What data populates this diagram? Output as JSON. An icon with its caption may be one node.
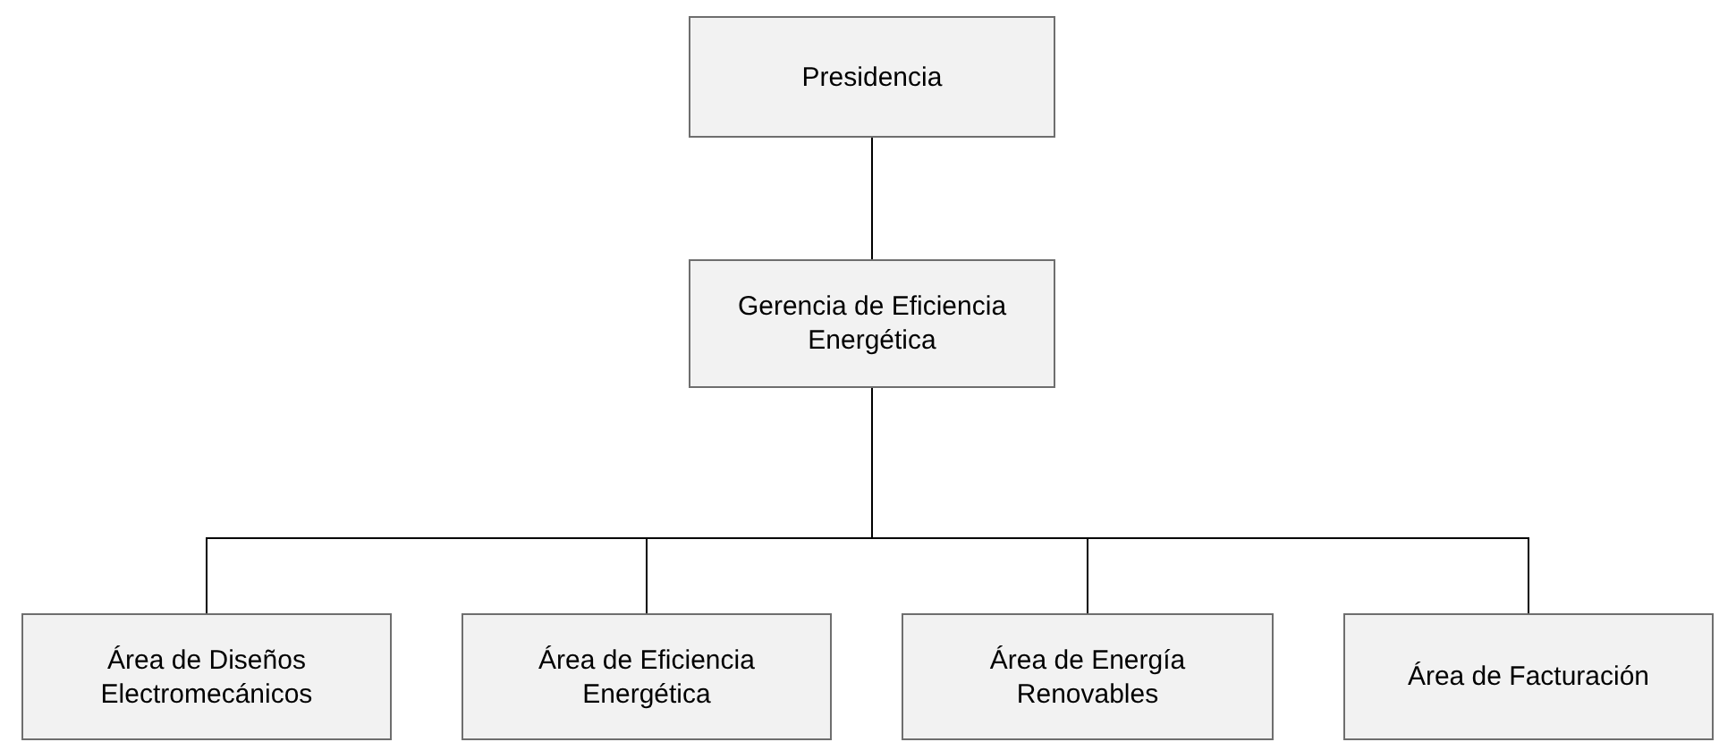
{
  "diagram": {
    "nodes": [
      {
        "text": [
          "Presidencia"
        ]
      },
      {
        "text": [
          "Gerencia de Eficiencia Energética"
        ]
      },
      {
        "text": [
          "Área de Diseños Electromecánicos"
        ]
      },
      {
        "text": [
          "Área de Eficiencia Energética"
        ]
      },
      {
        "text": [
          "Área de Energía Renovables"
        ]
      },
      {
        "text": [
          "Área de Facturación"
        ]
      }
    ],
    "edges": [
      {
        "from": 0,
        "to": 1,
        "arrow": "none"
      },
      {
        "from": 1,
        "to": 2,
        "arrow": "none"
      },
      {
        "from": 1,
        "to": 3,
        "arrow": "none"
      },
      {
        "from": 1,
        "to": 4,
        "arrow": "none"
      },
      {
        "from": 1,
        "to": 5,
        "arrow": "none"
      }
    ]
  }
}
